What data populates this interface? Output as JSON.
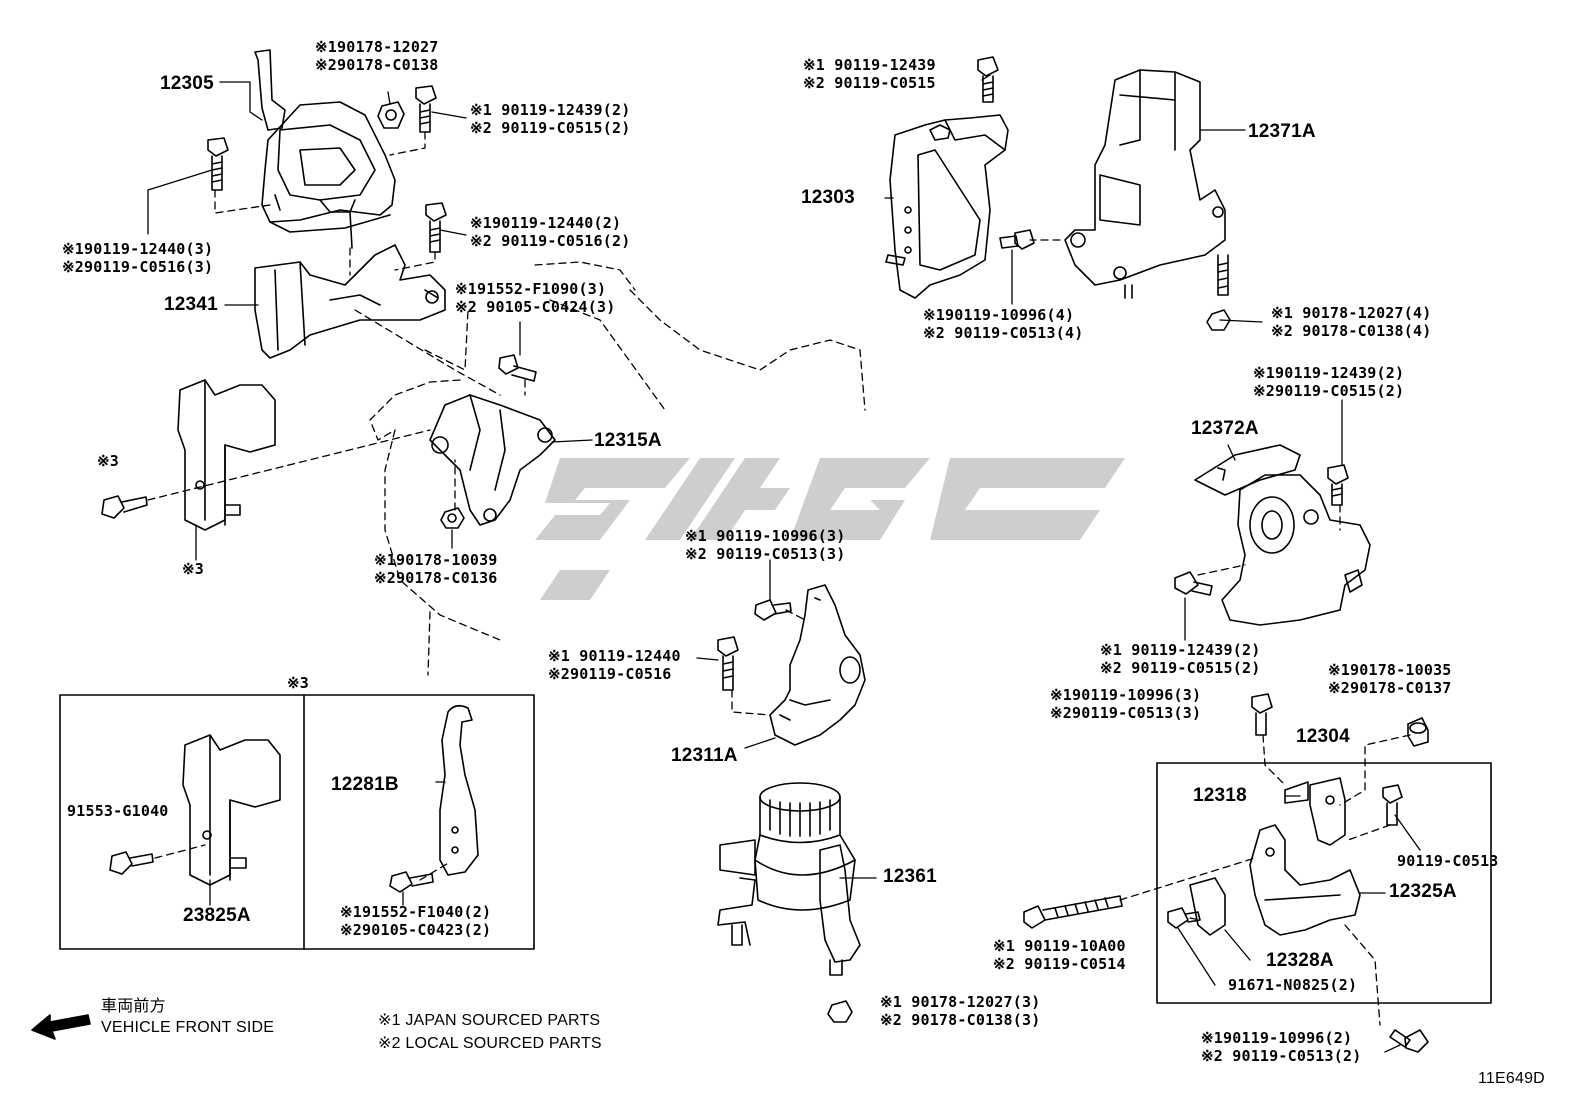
{
  "parts": {
    "p12305": "12305",
    "p12341": "12341",
    "p12315A": "12315A",
    "p12303": "12303",
    "p12371A": "12371A",
    "p12372A": "12372A",
    "p12311A": "12311A",
    "p12361": "12361",
    "p12304": "12304",
    "p12318": "12318",
    "p12325A": "12325A",
    "p12328A": "12328A",
    "p23825A": "23825A",
    "p12281B": "12281B"
  },
  "callouts": {
    "c1": [
      "※190178-12027",
      "※290178-C0138"
    ],
    "c2": [
      "※1 90119-12439(2)",
      "※2 90119-C0515(2)"
    ],
    "c3": [
      "※190119-12440(2)",
      "※2 90119-C0516(2)"
    ],
    "c4": [
      "※190119-12440(3)",
      "※290119-C0516(3)"
    ],
    "c5": [
      "※191552-F1090(3)",
      "※2 90105-C0424(3)"
    ],
    "c6": [
      "※190178-10039",
      "※290178-C0136"
    ],
    "c7": [
      "※1 90119-12439",
      "※2 90119-C0515"
    ],
    "c8": [
      "※190119-10996(4)",
      "※2 90119-C0513(4)"
    ],
    "c9": [
      "※1 90178-12027(4)",
      "※2 90178-C0138(4)"
    ],
    "c10": [
      "※190119-12439(2)",
      "※290119-C0515(2)"
    ],
    "c11": [
      "※1 90119-10996(3)",
      "※2 90119-C0513(3)"
    ],
    "c12": [
      "※1 90119-12440",
      "※290119-C0516"
    ],
    "c13": [
      "※1 90119-12439(2)",
      "※2 90119-C0515(2)"
    ],
    "c14": [
      "※190178-10035",
      "※290178-C0137"
    ],
    "c15": [
      "※190119-10996(3)",
      "※290119-C0513(3)"
    ],
    "c16": [
      "※1 90178-12027(3)",
      "※2 90178-C0138(3)"
    ],
    "c17": [
      "※1 90119-10A00",
      "※2 90119-C0514"
    ],
    "c18": [
      "※190119-10996(2)",
      "※2 90119-C0513(2)"
    ],
    "c19": [
      "※191552-F1040(2)",
      "※290105-C0423(2)"
    ]
  },
  "single": {
    "s1": "90119-C0513",
    "s2": "91671-N0825(2)",
    "s3": "91553-G1040",
    "star3a": "※3",
    "star3b": "※3",
    "star3c": "※3"
  },
  "legend": {
    "front_jp": "車両前方",
    "front_en": "VEHICLE FRONT SIDE",
    "note1": "※1 JAPAN SOURCED PARTS",
    "note2": "※2 LOCAL SOURCED PARTS"
  },
  "figure_id": "11E649D",
  "colors": {
    "line": "#000000",
    "watermark": "#c8c8c8",
    "background": "#ffffff"
  },
  "icons": [
    "front-arrow-icon"
  ]
}
